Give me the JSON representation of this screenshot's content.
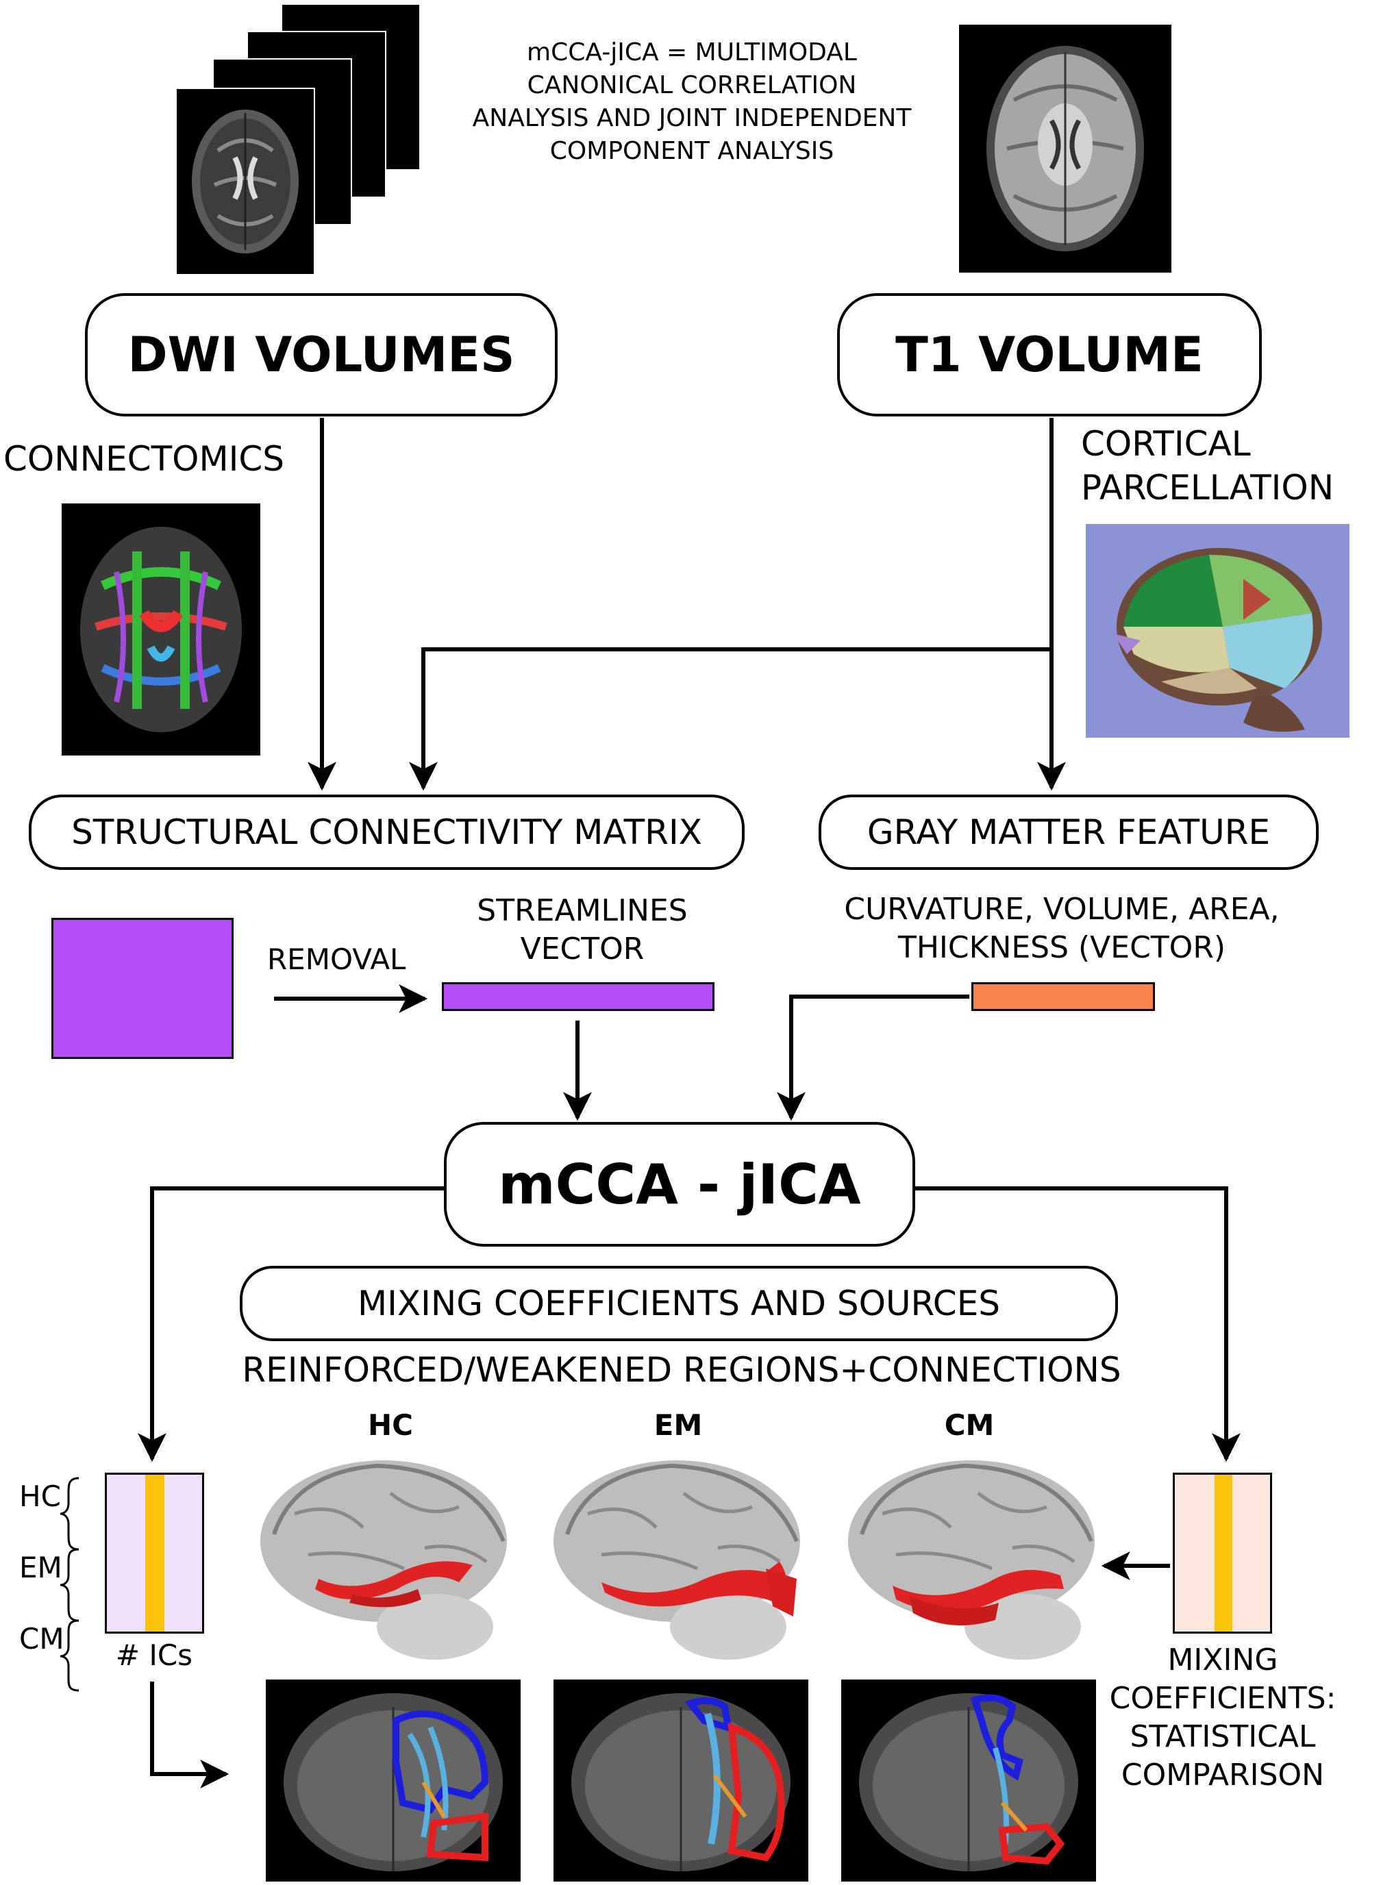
{
  "definition": {
    "line1": "mCCA-jICA = MULTIMODAL",
    "line2": "CANONICAL CORRELATION",
    "line3": "ANALYSIS AND JOINT INDEPENDENT",
    "line4": "COMPONENT ANALYSIS"
  },
  "inputs": {
    "dwi": "DWI VOLUMES",
    "t1": "T1 VOLUME"
  },
  "methods": {
    "connectomics": "CONNECTOMICS",
    "cortical_line1": "CORTICAL",
    "cortical_line2": "PARCELLATION"
  },
  "features": {
    "structural": "STRUCTURAL CONNECTIVITY MATRIX",
    "gray": "GRAY MATTER FEATURE",
    "removal": "REMOVAL",
    "streamlines_line1": "STREAMLINES",
    "streamlines_line2": "VECTOR",
    "gm_vector_line1": "CURVATURE, VOLUME, AREA,",
    "gm_vector_line2": "THICKNESS (VECTOR)"
  },
  "core": {
    "method": "mCCA - jICA",
    "mixing": "MIXING COEFFICIENTS AND SOURCES",
    "reinforced": "REINFORCED/WEAKENED REGIONS+CONNECTIONS"
  },
  "groups": [
    "HC",
    "EM",
    "CM"
  ],
  "ics_label": "# ICs",
  "mixing_coeff": {
    "line1": "MIXING",
    "line2": "COEFFICIENTS:",
    "line3": "STATISTICAL",
    "line4": "COMPARISON"
  },
  "colors": {
    "matrix": "#b44cfa",
    "vector_orange": "#f7834b",
    "ic_purple_bg": "#efe1fb",
    "ic_peach_bg": "#fde6dd",
    "ic_stripe": "#fbc40b",
    "region_red": "#e12222"
  }
}
